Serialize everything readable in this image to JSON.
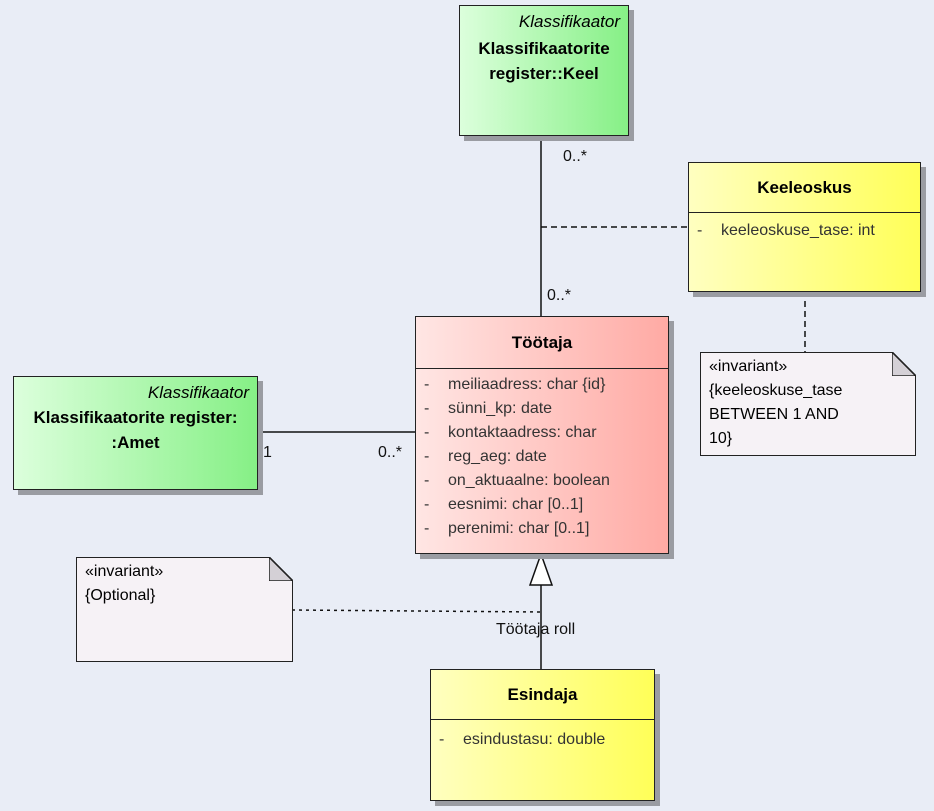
{
  "classes": {
    "keel": {
      "stereotype": "Klassifikaator",
      "name": "Klassifikaatorite register::Keel",
      "name_line1": "Klassifikaatorite",
      "name_line2": "register::Keel"
    },
    "amet": {
      "stereotype": "Klassifikaator",
      "name_line1": "Klassifikaatorite register:",
      "name_line2": ":Amet"
    },
    "keeleoskus": {
      "name": "Keeleoskus",
      "attributes": [
        {
          "vis": "-",
          "text": "keeleoskuse_tase: int"
        }
      ]
    },
    "tootaja": {
      "name": "Töötaja",
      "attributes": [
        {
          "vis": "-",
          "text": "meiliaadress: char {id}"
        },
        {
          "vis": "-",
          "text": "sünni_kp: date"
        },
        {
          "vis": "-",
          "text": "kontaktaadress: char"
        },
        {
          "vis": "-",
          "text": "reg_aeg: date"
        },
        {
          "vis": "-",
          "text": "on_aktuaalne: boolean"
        },
        {
          "vis": "-",
          "text": "eesnimi: char [0..1]"
        },
        {
          "vis": "-",
          "text": "perenimi: char [0..1]"
        }
      ]
    },
    "esindaja": {
      "name": "Esindaja",
      "attributes": [
        {
          "vis": "-",
          "text": "esindustasu: double"
        }
      ]
    }
  },
  "notes": {
    "keeleoskus_note": {
      "lines": [
        "«invariant»",
        "{keeleoskuse_tase",
        "BETWEEN 1 AND",
        "10}"
      ]
    },
    "optional_note": {
      "lines": [
        "«invariant»",
        "{Optional}"
      ]
    }
  },
  "labels": {
    "keel_mult": "0..*",
    "tootaja_top_mult": "0..*",
    "amet_mult": "1",
    "tootaja_left_mult": "0..*",
    "generalization_name": "Töötaja roll"
  }
}
